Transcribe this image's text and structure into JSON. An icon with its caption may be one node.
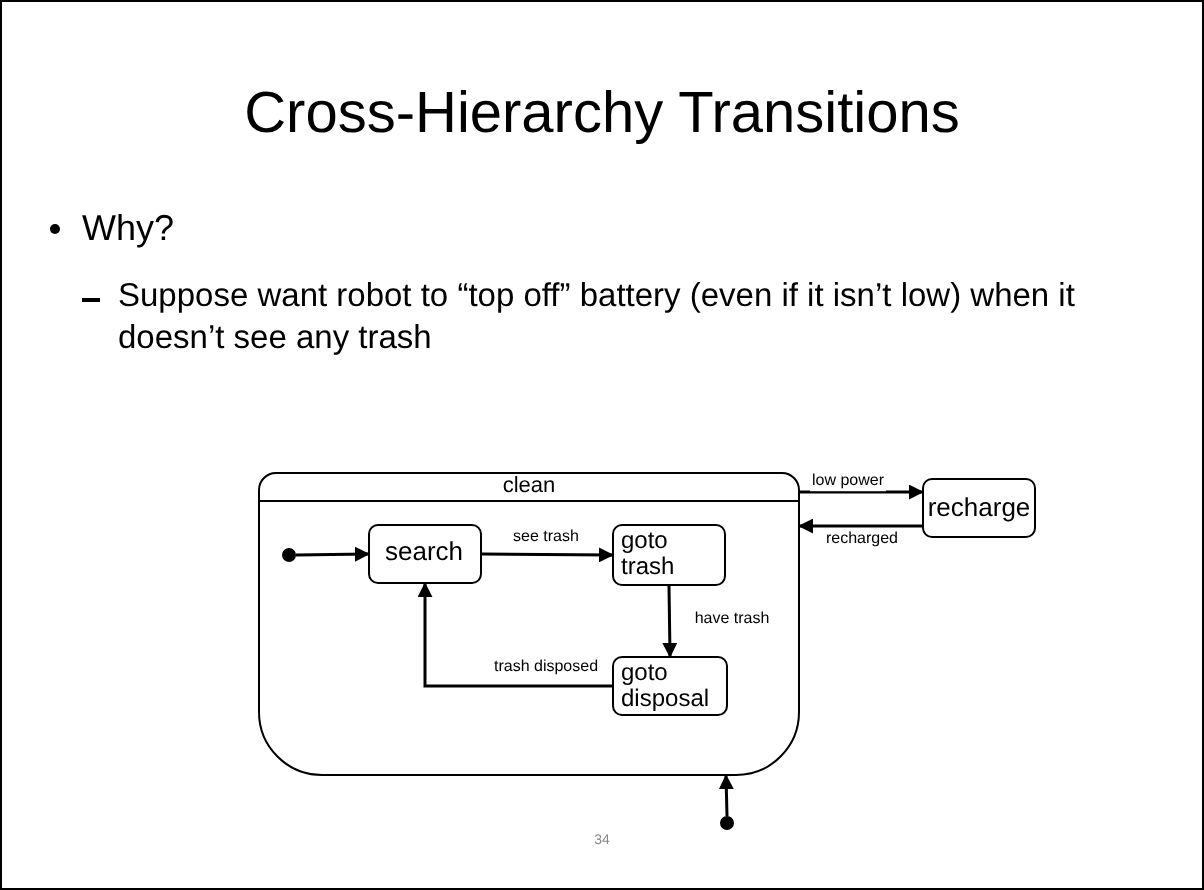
{
  "diagram": {
    "title": "Cross-Hierarchy Transitions",
    "nodes": [
      {
        "text": [
          "clean"
        ]
      },
      {
        "text": [],
        "shape": "circle",
        "in": 0
      },
      {
        "text": [
          "search"
        ],
        "in": 0
      },
      {
        "text": [
          "goto trash"
        ],
        "in": 0
      },
      {
        "text": [
          "goto disposal"
        ],
        "in": 0
      },
      {
        "text": [
          "recharge"
        ]
      },
      {
        "text": [],
        "shape": "circle"
      }
    ],
    "edges": [
      {
        "from": 1,
        "to": 2,
        "arrow": "to"
      },
      {
        "from": 2,
        "to": 3,
        "arrow": "to",
        "label": "see trash"
      },
      {
        "from": 3,
        "to": 4,
        "arrow": "to",
        "label": "have trash"
      },
      {
        "from": 4,
        "to": 2,
        "arrow": "to",
        "label": "trash disposed"
      },
      {
        "from": 0,
        "to": 5,
        "arrow": "to",
        "label": "low power"
      },
      {
        "from": 5,
        "to": 0,
        "arrow": "to",
        "label": "recharged"
      },
      {
        "from": 6,
        "to": 0,
        "arrow": "to"
      }
    ],
    "labels": [
      "Why?",
      "Suppose want robot to “top off” battery (even if it isn’t low) when it doesn’t see any trash",
      "34"
    ]
  }
}
